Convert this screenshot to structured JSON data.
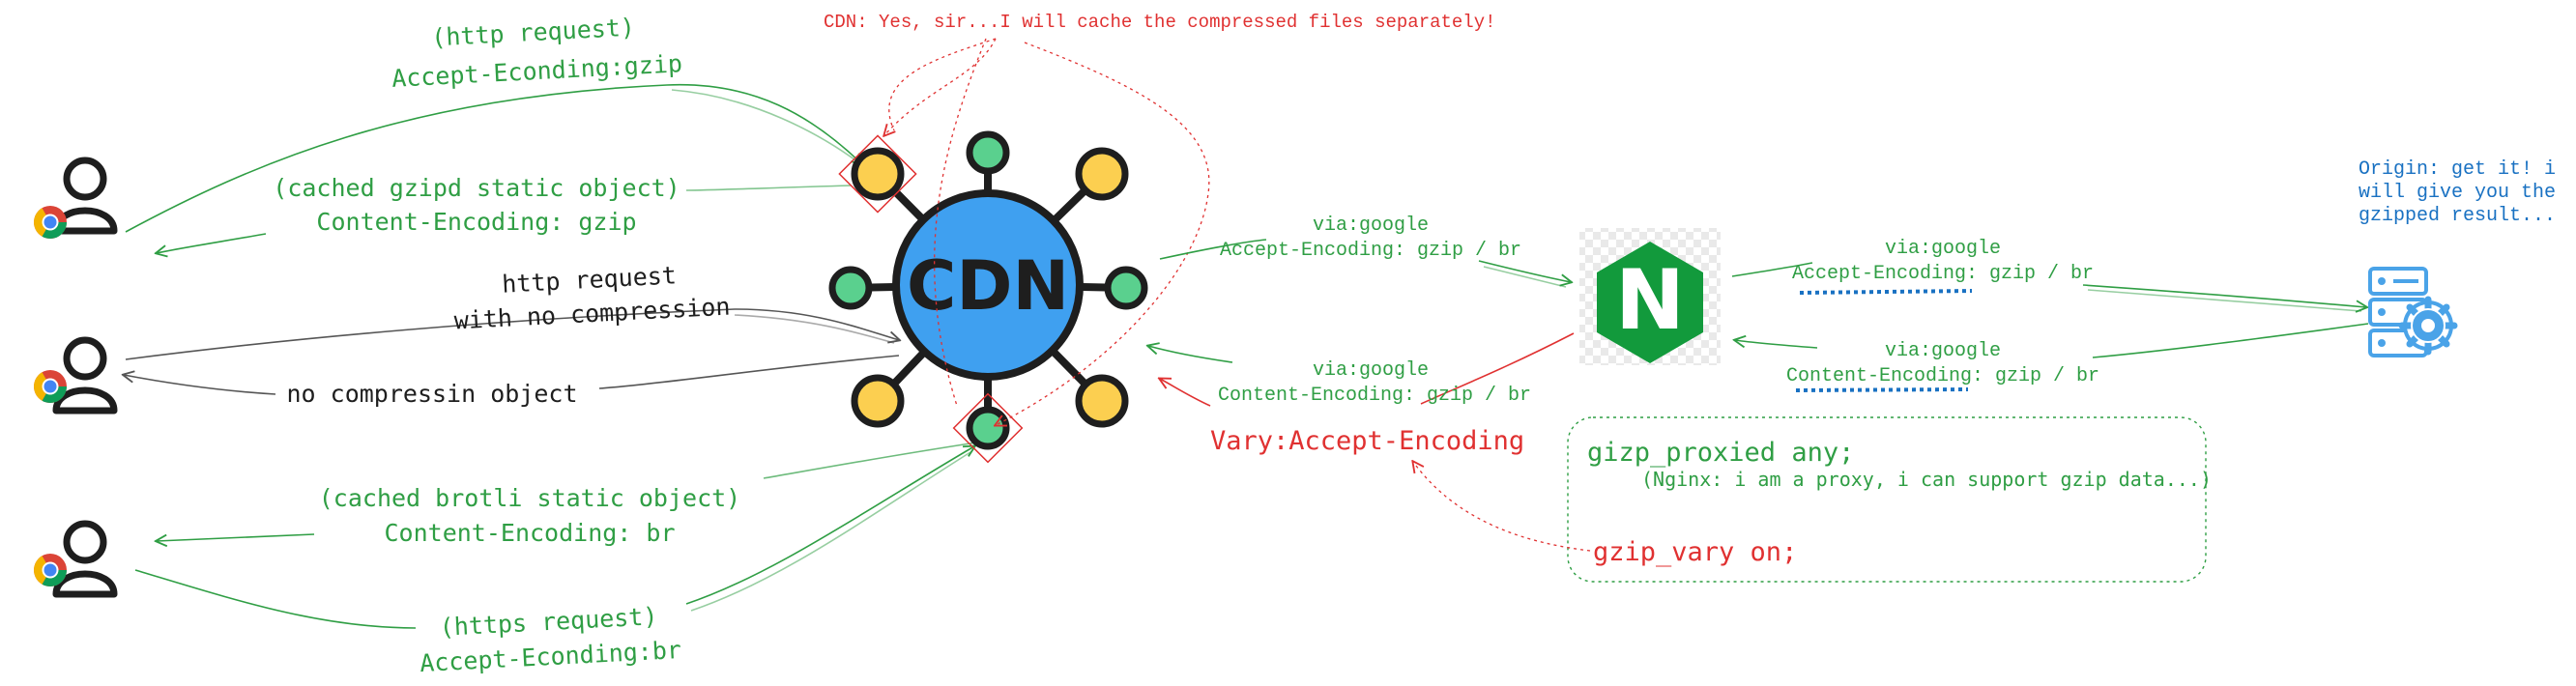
{
  "cdn_note": "CDN: Yes, sir...I will cache the compressed files separately!",
  "cdn_label": "CDN",
  "nginx_label": "N",
  "clients": [
    {
      "request_line1": "(http request)",
      "request_line2": "Accept-Econding:gzip",
      "response_line1": "(cached gzipd static object)",
      "response_line2": "Content-Encoding: gzip"
    },
    {
      "request_line1": "http request",
      "request_line2": "with no compression",
      "response_line1": "no compressin object"
    },
    {
      "request_line1": "(https request)",
      "request_line2": "Accept-Econding:br",
      "response_line1": "(cached brotli static object)",
      "response_line2": "Content-Encoding: br"
    }
  ],
  "cdn_to_nginx": {
    "line1": "via:google",
    "line2": "Accept-Encoding: gzip / br"
  },
  "nginx_to_cdn": {
    "line1": "via:google",
    "line2": "Content-Encoding: gzip / br"
  },
  "vary_header": "Vary:Accept-Encoding",
  "nginx_to_origin": {
    "line1": "via:google",
    "line2": "Accept-Encoding: gzip / br"
  },
  "origin_to_nginx": {
    "line1": "via:google",
    "line2": "Content-Encoding: gzip / br"
  },
  "origin_note": [
    "Origin: get it! i",
    "will give you the",
    "gzipped result..."
  ],
  "nginx_config": {
    "directive1": "gizp_proxied any;",
    "comment1": "(Nginx: i am a proxy, i can support gzip data...)",
    "directive2": "gzip_vary on;"
  },
  "colors": {
    "green": "#2f9e44",
    "red": "#e03131",
    "cdn_blue": "#3fa0f0",
    "node_yellow": "#fccf50",
    "node_green": "#5ad08e",
    "nginx_green": "#129a3c",
    "origin_blue": "#4aa3e8"
  },
  "icons": [
    "user-icon",
    "chrome-icon",
    "cdn-hub-icon",
    "nginx-logo-icon",
    "server-gear-icon"
  ]
}
